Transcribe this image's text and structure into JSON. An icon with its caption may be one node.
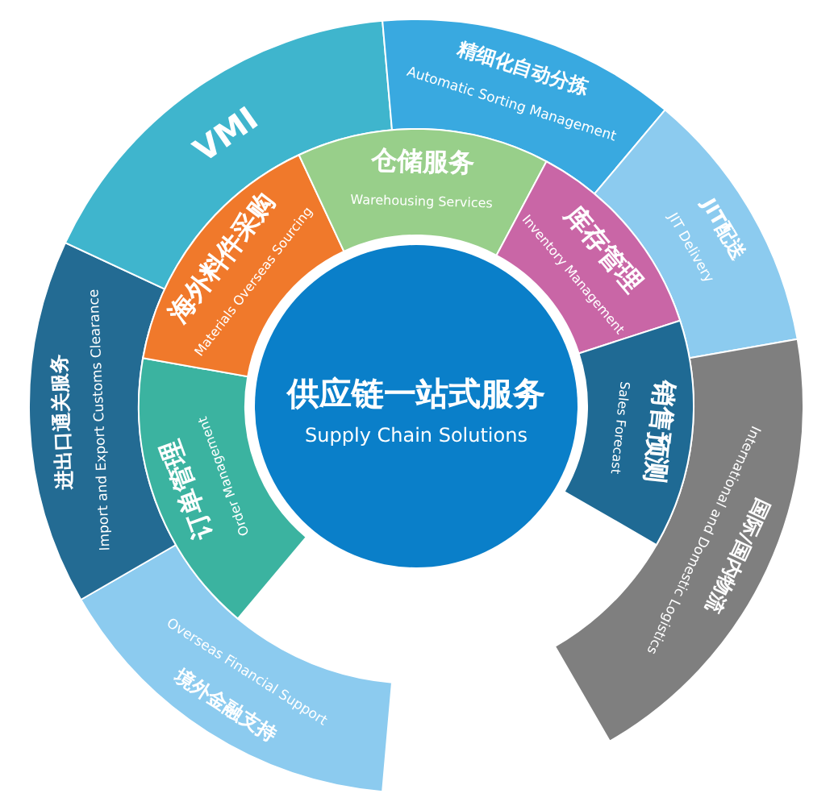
{
  "diagram": {
    "nodes": [
      {
        "text": [
          "供应链一站式服务",
          "Supply Chain Solutions"
        ]
      },
      {
        "text": [
          "订单管理",
          "Order Management"
        ]
      },
      {
        "text": [
          "海外料件采购",
          "Materials Overseas Sourcing"
        ]
      },
      {
        "text": [
          "仓储服务",
          "Warehousing Services"
        ]
      },
      {
        "text": [
          "库存管理",
          "Inventory Management"
        ]
      },
      {
        "text": [
          "销售预测",
          "Sales Forecast"
        ]
      },
      {
        "text": [
          "境外金融支持",
          "Overseas Financial Support"
        ]
      },
      {
        "text": [
          "进出口通关服务",
          "Import and Export Customs Clearance"
        ]
      },
      {
        "text": [
          "VMI"
        ]
      },
      {
        "text": [
          "精细化自动分拣",
          "Automatic Sorting Management"
        ]
      },
      {
        "text": [
          "JIT配送",
          "JIT Delivery"
        ]
      },
      {
        "text": [
          "国际/国内物流",
          "International and Domestic Logistics"
        ]
      }
    ]
  }
}
